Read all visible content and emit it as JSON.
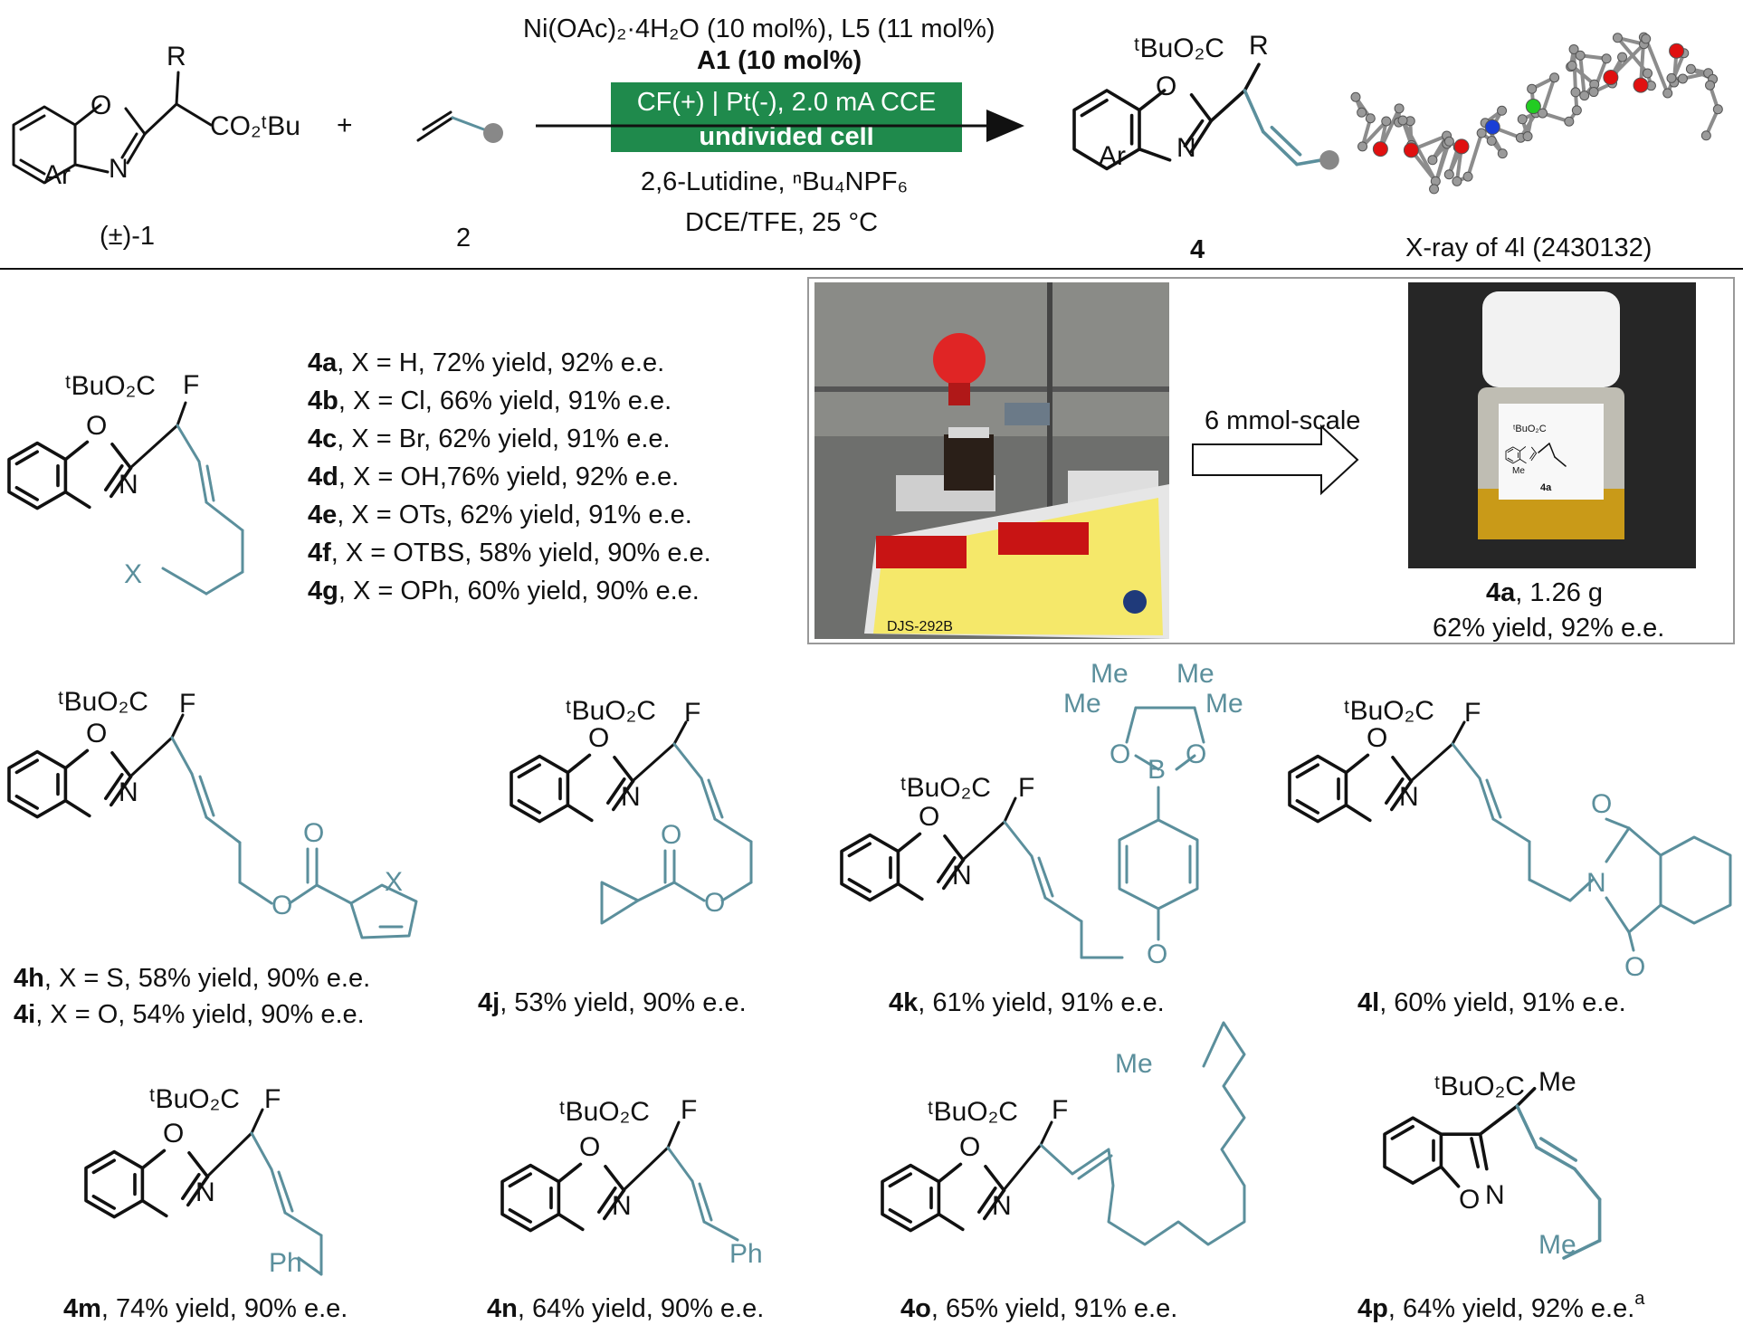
{
  "scheme": {
    "reagents_top_1": "Ni(OAc)₂·4H₂O (10 mol%), L5 (11 mol%)",
    "reagents_top_2": "A1 (10 mol%)",
    "box_line_1": "CF(+) | Pt(-), 2.0 mA CCE",
    "box_line_2": "undivided cell",
    "reagents_bottom_1": "2,6-Lutidine, ⁿBu₄NPF₆",
    "reagents_bottom_2": "DCE/TFE, 25 °C",
    "reactant_1_label": "(±)-1",
    "reactant_2_label": "2",
    "product_label": "4",
    "xray_label": "X-ray of 4l (2430132)",
    "plus": "+"
  },
  "atoms": {
    "R": "R",
    "Ar": "Ar",
    "O": "O",
    "N": "N",
    "F": "F",
    "X": "X",
    "S": "S",
    "B": "B",
    "Ph": "Ph",
    "Me": "Me",
    "ester": "ᵗBuO₂C",
    "co2tbu": "CO₂ᵗBu"
  },
  "series_4a_4g": [
    {
      "id": "4a",
      "text": ", X = H, 72% yield, 92% e.e."
    },
    {
      "id": "4b",
      "text": ", X = Cl, 66% yield, 91% e.e."
    },
    {
      "id": "4c",
      "text": ", X = Br, 62% yield, 91% e.e."
    },
    {
      "id": "4d",
      "text": ", X = OH,76% yield, 92% e.e."
    },
    {
      "id": "4e",
      "text": ", X = OTs, 62% yield, 91% e.e."
    },
    {
      "id": "4f",
      "text": ", X = OTBS, 58% yield, 90% e.e."
    },
    {
      "id": "4g",
      "text": ", X = OPh, 60% yield, 90% e.e."
    }
  ],
  "scale_up": {
    "arrow_label": "6 mmol-scale",
    "vial_id": "4a",
    "vial_mass": ", 1.26 g",
    "vial_result": "62% yield, 92% e.e.",
    "device_label": "DJS-292B",
    "vial_label_small": "4a"
  },
  "products": [
    {
      "id": "4h",
      "text": ", X = S, 58% yield, 90% e.e."
    },
    {
      "id": "4i",
      "text": ", X = O, 54% yield, 90% e.e."
    },
    {
      "id": "4j",
      "text": ", 53% yield, 90% e.e."
    },
    {
      "id": "4k",
      "text": ", 61% yield, 91% e.e."
    },
    {
      "id": "4l",
      "text": ", 60% yield, 91% e.e."
    },
    {
      "id": "4m",
      "text": ", 74% yield, 90% e.e."
    },
    {
      "id": "4n",
      "text": ", 64% yield, 90% e.e."
    },
    {
      "id": "4o",
      "text": ", 65% yield, 91% e.e."
    },
    {
      "id": "4p",
      "text": ", 64% yield, 92% e.e.",
      "footnote": "a"
    }
  ],
  "colors": {
    "box_green": "#1f8a4c",
    "teal": "#5b8f9c",
    "dark_red": "#8b1a1a"
  }
}
